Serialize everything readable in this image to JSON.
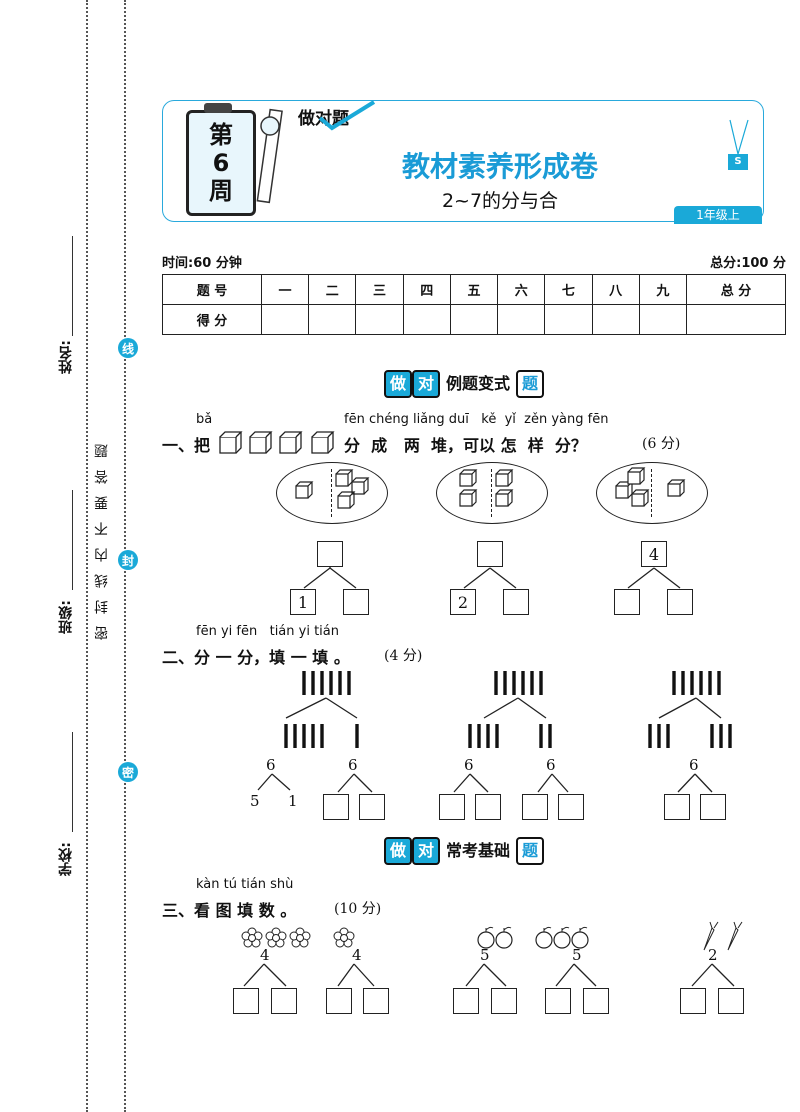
{
  "margin": {
    "school_label": "学校:",
    "class_label": "班级:",
    "name_label": "姓名:",
    "notice": "密封线内不要答题",
    "seal_1": "线",
    "seal_2": "封",
    "seal_3": "密"
  },
  "header": {
    "week_line1": "第",
    "week_line2": "6",
    "week_line3": "周",
    "brand": "做对题",
    "title": "教材素养形成卷",
    "subtitle": "2~7的分与合",
    "grade": "1年级上",
    "tag": "S"
  },
  "meta": {
    "time": "时间:60 分钟",
    "total": "总分:100 分"
  },
  "score_table": {
    "row1": [
      "题 号",
      "一",
      "二",
      "三",
      "四",
      "五",
      "六",
      "七",
      "八",
      "九",
      "总 分"
    ],
    "row2_label": "得 分"
  },
  "section1_head": {
    "a": "做",
    "b": "对",
    "c": "例题变式",
    "d": "题"
  },
  "section2_head": {
    "a": "做",
    "b": "对",
    "c": "常考基础",
    "d": "题"
  },
  "q1": {
    "pinyin_a": "bǎ",
    "pinyin_b": "fēn chéng liǎng duī   kě  yǐ  zěn yàng fēn",
    "lead": "一、把",
    "text": "分  成   两  堆，可以 怎  样  分？",
    "score": "(6 分)",
    "groups": [
      {
        "top": "",
        "left": "1",
        "right": ""
      },
      {
        "top": "",
        "left": "2",
        "right": ""
      },
      {
        "top": "4",
        "left": "",
        "right": ""
      }
    ]
  },
  "q2": {
    "pinyin": "fēn yi fēn   tián yi tián",
    "text": "二、分 一 分，填 一 填 。",
    "score": "(4 分)",
    "trees": [
      {
        "top": "6",
        "left": "5",
        "right": "1"
      },
      {
        "top": "6",
        "left": "",
        "right": ""
      },
      {
        "top": "6",
        "left": "",
        "right": ""
      },
      {
        "top": "6",
        "left": "",
        "right": ""
      },
      {
        "top": "6",
        "left": "",
        "right": ""
      }
    ]
  },
  "q3": {
    "pinyin": "kàn tú tián shù",
    "text": "三、看 图 填 数 。",
    "score": "(10 分)",
    "trees": [
      {
        "top": "4"
      },
      {
        "top": "4"
      },
      {
        "top": "5"
      },
      {
        "top": "5"
      },
      {
        "top": "2"
      }
    ]
  }
}
